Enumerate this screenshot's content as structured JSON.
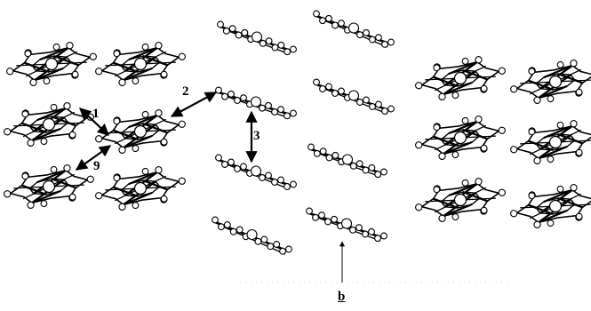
{
  "labels": {
    "contact_1": "1",
    "contact_2": "2",
    "contact_3": "3",
    "contact_9": "9",
    "axis": "b"
  },
  "colors": {
    "line": "#000000",
    "atom_fill": "#ffffff"
  }
}
